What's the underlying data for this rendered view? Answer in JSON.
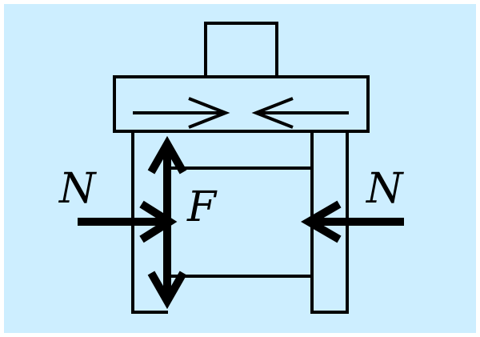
{
  "colors": {
    "background": "#cdeeff",
    "border": "#ffffff",
    "stroke": "#000000"
  },
  "labels": {
    "left_force": "N",
    "right_force": "N",
    "middle_force": "F"
  }
}
